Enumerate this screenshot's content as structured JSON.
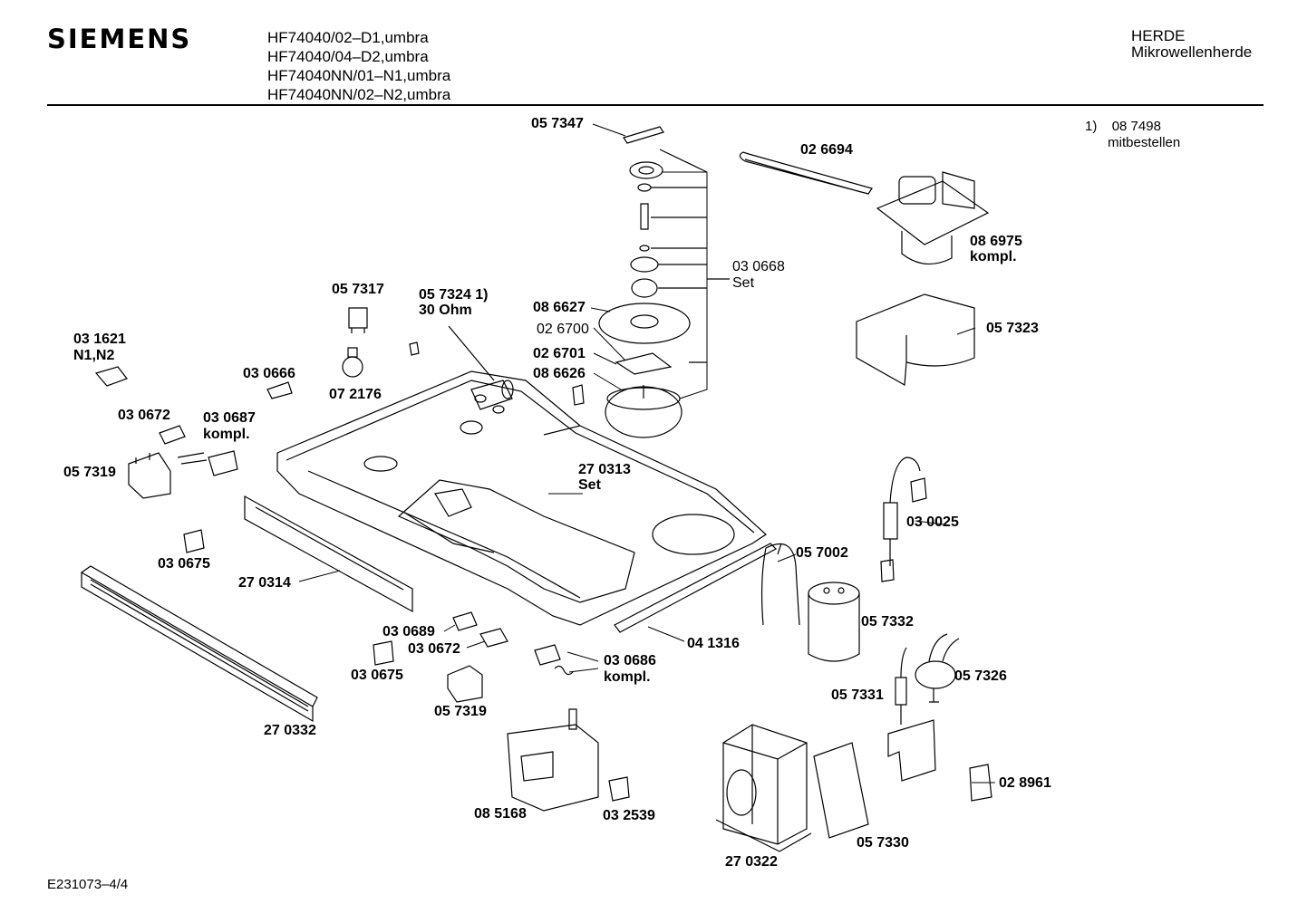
{
  "header": {
    "brand": "SIEMENS",
    "models": [
      "HF74040/02–D1,umbra",
      "HF74040/04–D2,umbra",
      "HF74040NN/01–N1,umbra",
      "HF74040NN/02–N2,umbra"
    ],
    "category": "HERDE",
    "subcategory": "Mikrowellenherde"
  },
  "note": {
    "ref": "1)",
    "part": "08 7498",
    "text": "mitbestellen"
  },
  "footer": {
    "code": "E231073–4/4"
  },
  "labels": {
    "p057347": "05 7347",
    "p026694": "02 6694",
    "p086975": "08 6975",
    "kompl": "kompl.",
    "p030668": "03 0668",
    "set": "Set",
    "p057323": "05 7323",
    "p057317": "05 7317",
    "p057324": "05 7324  1)",
    "ohm": "30 Ohm",
    "p086627": "08 6627",
    "p026700": "02 6700",
    "p026701": "02 6701",
    "p086626": "08 6626",
    "p031621": "03 1621",
    "n1n2": "N1,N2",
    "p030666": "03 0666",
    "p072176": "07 2176",
    "p030672": "03 0672",
    "p030687": "03 0687",
    "p057319": "05 7319",
    "p270313": "27 0313",
    "p030025": "03 0025",
    "p030675": "03 0675",
    "p270314": "27 0314",
    "p057002": "05 7002",
    "p057332": "05 7332",
    "p030689": "03 0689",
    "p030686": "03 0686",
    "p041316": "04 1316",
    "p057326": "05 7326",
    "p057331": "05 7331",
    "p270332": "27 0332",
    "p085168": "08 5168",
    "p032539": "03 2539",
    "p270322": "27 0322",
    "p057330": "05 7330",
    "p028961": "02 8961"
  }
}
